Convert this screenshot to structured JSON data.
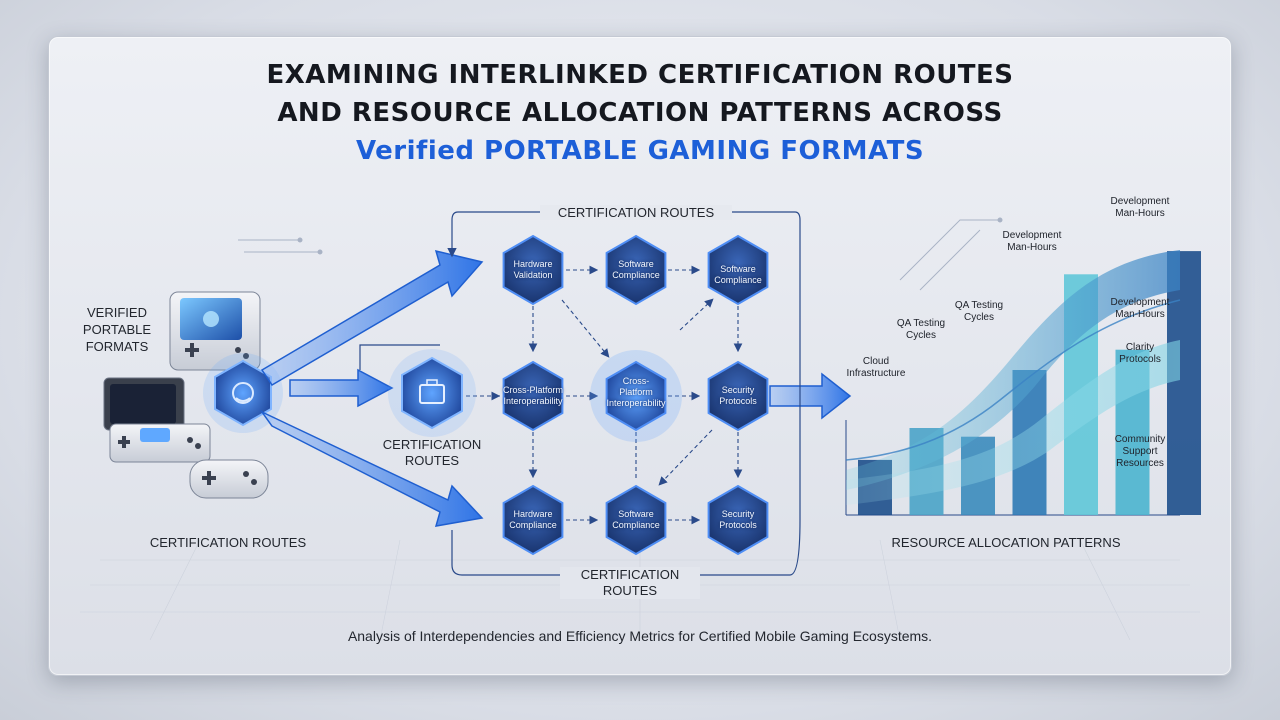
{
  "title": {
    "line1": "EXAMINING INTERLINKED CERTIFICATION ROUTES",
    "line2": "AND RESOURCE ALLOCATION PATTERNS ACROSS",
    "line3": "Verified PORTABLE GAMING FORMATS"
  },
  "left": {
    "formats_label": [
      "VERIFIED",
      "PORTABLE",
      "FORMATS"
    ],
    "bottom_label": "CERTIFICATION ROUTES"
  },
  "center": {
    "top_label": "CERTIFICATION ROUTES",
    "bottom_label": [
      "CERTIFICATION",
      "ROUTES"
    ],
    "hub_label": [
      "CERTIFICATION",
      "ROUTES"
    ],
    "nodes": {
      "r1c1": [
        "Hardware",
        "Validation"
      ],
      "r1c2": [
        "Software",
        "Compliance"
      ],
      "r1c3": [
        "Software Compliance"
      ],
      "r2c1": [
        "Cross-Platform",
        "Interoperability"
      ],
      "r2c2": [
        "Cross-",
        "Platform",
        "Interoperability"
      ],
      "r2c3": [
        "Security",
        "Protocols"
      ],
      "r3c1": [
        "Hardware",
        "Compliance"
      ],
      "r3c2": [
        "Software",
        "Compliance"
      ],
      "r3c3": [
        "Security",
        "Protocols"
      ]
    }
  },
  "right": {
    "bottom_label": "RESOURCE ALLOCATION PATTERNS",
    "labels": {
      "cloud": [
        "Cloud",
        "Infrastructure"
      ],
      "qa1": [
        "QA Testing",
        "Cycles"
      ],
      "qa2": [
        "QA Testing",
        "Cycles"
      ],
      "dev1": [
        "Development",
        "Man-Hours"
      ],
      "dev2": [
        "Development",
        "Man-Hours"
      ],
      "dev3": [
        "Development",
        "Man-Hours"
      ],
      "clarity": [
        "Clarity",
        "Protocols"
      ],
      "community": [
        "Community",
        "Support",
        "Resources"
      ]
    }
  },
  "footer": "Analysis of Interdependencies and Efficiency Metrics for Certified Mobile Gaming Ecosystems.",
  "colors": {
    "accent": "#1d5fd8",
    "arrow": "#2f74e6",
    "hex_fill": "#1f3f86",
    "hex_border": "#4f8ef5",
    "bar_dark": "#1e4f8c",
    "bar_mid": "#2d79b5",
    "bar_light": "#5fc6d8"
  },
  "icons": {
    "devices": "handheld-console-icons",
    "hub_left": "controller-hex-icon",
    "hub_center": "briefcase-hex-icon"
  },
  "chart_data": {
    "type": "bar",
    "categories": [],
    "values": [
      0.19,
      0.3,
      0.27,
      0.5,
      0.83,
      0.57,
      0.91
    ],
    "title": "RESOURCE ALLOCATION PATTERNS",
    "xlabel": "",
    "ylabel": "",
    "ylim": [
      0,
      1
    ]
  }
}
